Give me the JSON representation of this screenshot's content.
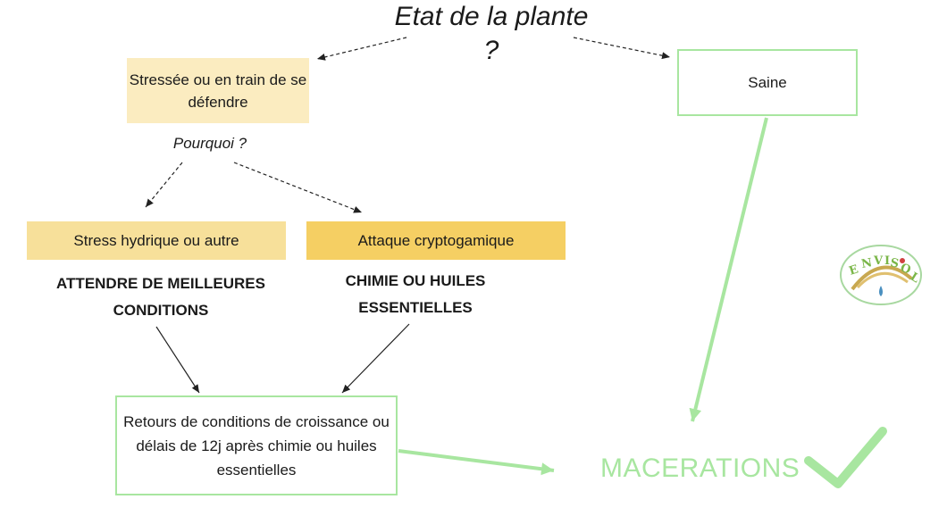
{
  "title": "Etat de la plante ?",
  "nodes": {
    "stressee": "Stressée ou en train de se défendre",
    "saine": "Saine",
    "pourquoi": "Pourquoi ?",
    "stress_hydrique": "Stress hydrique ou autre",
    "attaque": "Attaque cryptogamique",
    "attendre": "ATTENDRE DE MEILLEURES CONDITIONS",
    "chimie": "CHIMIE OU HUILES ESSENTIELLES",
    "retours": "Retours de conditions de croissance ou délais de 12j après chimie ou huiles essentielles",
    "macerations": "MACERATIONS"
  },
  "logo": {
    "text": "ENVISOL"
  },
  "colors": {
    "green": "#a8e6a0",
    "light_yellow": "#fbecc0",
    "mid_yellow": "#f7e09a",
    "strong_yellow": "#f5cf63"
  }
}
